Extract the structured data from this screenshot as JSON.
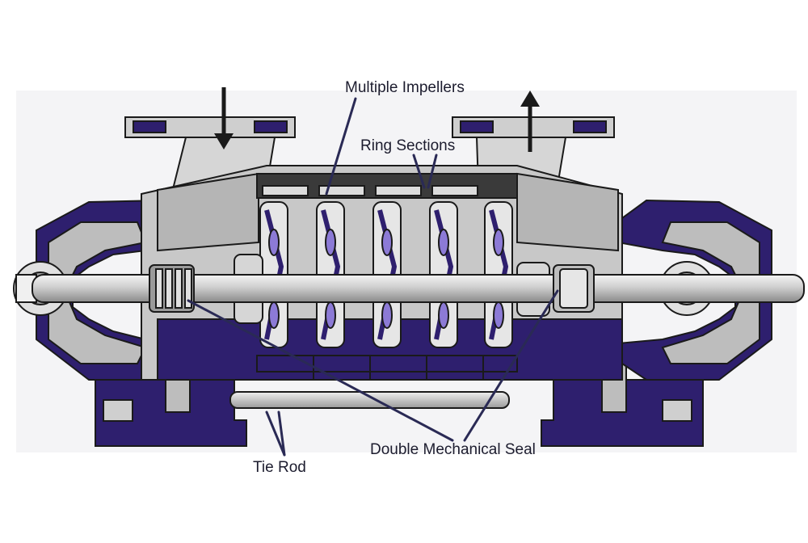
{
  "labels": {
    "multiple_impellers": "Multiple Impellers",
    "ring_sections": "Ring Sections",
    "double_mechanical_seal": "Double Mechanical Seal",
    "tie_rod": "Tie Rod"
  },
  "colors": {
    "casing_purple": "#2e1f6e",
    "metal_light": "#d9d9d9",
    "metal_mid": "#a9a9a9",
    "outline": "#1a1a1a",
    "leader_line": "#2a2a55",
    "impeller_highlight": "#8c7ad6"
  },
  "icons": {
    "inlet": "arrow-down-icon",
    "outlet": "arrow-up-icon"
  }
}
